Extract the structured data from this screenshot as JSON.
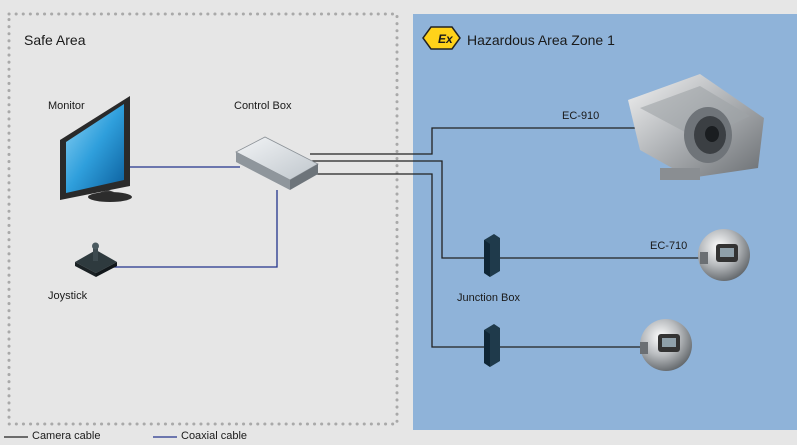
{
  "safe_area": {
    "title": "Safe Area"
  },
  "hazard_area": {
    "title": "Hazardous Area Zone 1",
    "ex_symbol": "Ex",
    "color": "#8fb3d9"
  },
  "devices": {
    "monitor": "Monitor",
    "control_box": "Control Box",
    "joystick": "Joystick",
    "junction_box": "Junction Box"
  },
  "cameras": {
    "ec910": "EC-910",
    "ec710": "EC-710"
  },
  "legend": {
    "camera_cable": "Camera cable",
    "coaxial_cable": "Coaxial cable",
    "camera_cable_color": "#222222",
    "coaxial_cable_color": "#23348c"
  }
}
